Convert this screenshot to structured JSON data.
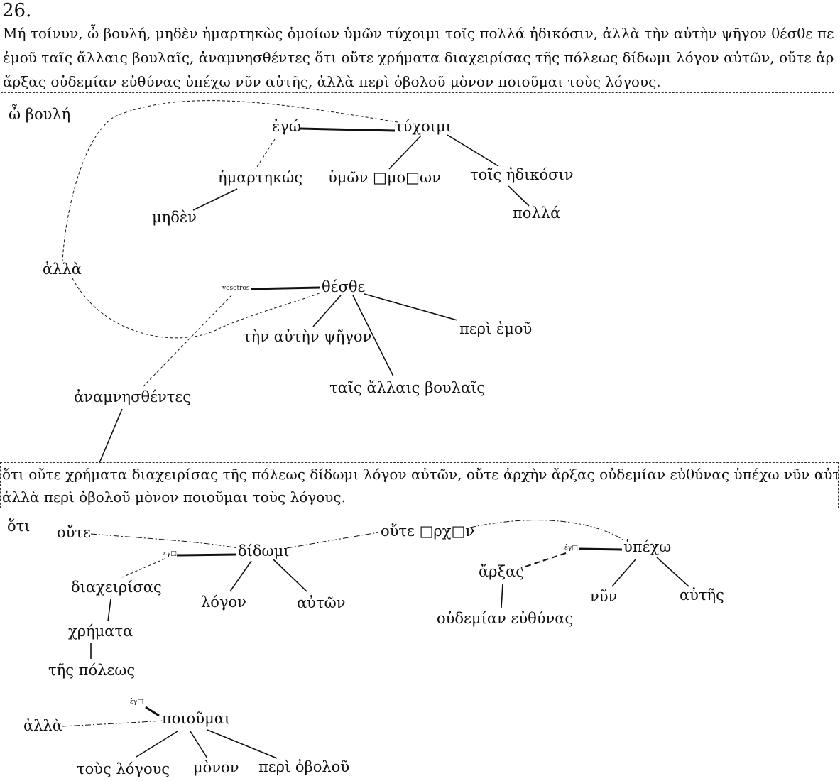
{
  "exercise_number": "26.",
  "passage1": {
    "lines": [
      "Μή τοίνυν, ὦ βουλή, μηδὲν ἡμαρτηκὼς ὁμοίων ὑμῶν τύχοιμι τοῖς πολλά ἠδικόσιν, ἀλλὰ τὴν αὐτὴν ψῆγον θέσθε περὶ",
      " ἐμοῦ ταῖς ἄλλαις βουλαῖς, ἀναμνησθέντες ὅτι οὔτε  χρήματα διαχειρίσας τῆς πόλεως δίδωμι λόγον αὐτῶν, οὔτε ἀρχὴν",
      "ἄρξας οὐδεμίαν εὐθύνας ὑπέχω νῦν αὐτῆς, ἀλλὰ περὶ ὀβολοῦ μὸνον ποιοῦμαι τοὺς λόγους."
    ]
  },
  "passage2": {
    "lines": [
      "ὅτι οὔτε  χρήματα διαχειρίσας τῆς πόλεως δίδωμι λόγον αὐτῶν, οὔτε ἀρχὴν ἄρξας οὐδεμίαν εὐθύνας ὑπέχω νῦν αὐτῆς,",
      "ἀλλὰ περὶ ὀβολοῦ μὸνον ποιοῦμαι τοὺς λόγους."
    ]
  },
  "words": {
    "o_boule": "ὦ βουλή",
    "ego": "ἐγώ",
    "tychoimi": "τύχοιμι",
    "hemartekos": "ἡμαρτηκώς",
    "hymon_homoion": "ὑμῶν □μο□ων",
    "tois_edikosin": "τοῖς  ἠδικόσιν",
    "meden": "μηδὲν",
    "polla": "πολλά",
    "alla1": "ἀλλὰ",
    "vosotros": "vosotros",
    "thesthe": "θέσθε",
    "ten_auten_psegon": "τὴν αὐτὴν ψῆγον",
    "peri_emou": "περὶ  ἐμοῦ",
    "tais_allais_boulais": "ταῖς ἄλλαις βουλαῖς",
    "anamnesthentes": "ἀναμνησθέντες",
    "hoti": "ὅτι",
    "oute1": "οὔτε",
    "ego_small1": "ἐγ□",
    "didomi": "δίδωμι",
    "diacheirisas": "διαχειρίσας",
    "logon": "λόγον",
    "auton": "αὐτῶν",
    "chremata": "χρήματα",
    "tes_poleos": "τῆς πόλεως",
    "oute_archen": "οὔτε □ρχ□ν",
    "ego_small2": "ἐγ□",
    "hypecho": "ὑπέχω",
    "arxas": "ἄρξας",
    "nyn": "νῦν",
    "autes": "αὐτῆς",
    "oudemian_euthynas": "οὐδεμίαν εὐθύνας",
    "ego_small3": "ἐγ□",
    "alla2": "ἀλλὰ",
    "poioumai": "ποιοῦμαι",
    "tous_logous": "τοὺς λόγους",
    "monon": "μὸνον",
    "peri_obolou": "περὶ ὀβολοῦ"
  }
}
